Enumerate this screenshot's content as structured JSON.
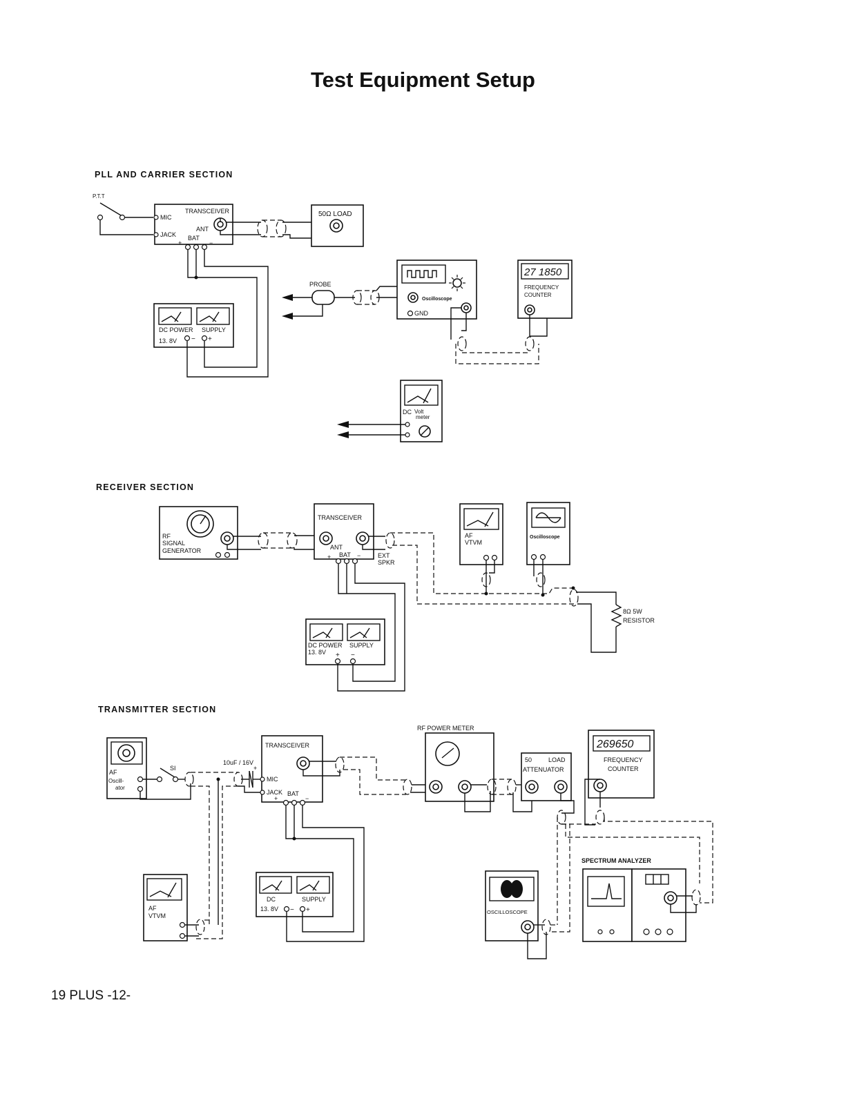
{
  "page": {
    "title": "Test Equipment  Setup",
    "footer": "19 PLUS -12-"
  },
  "sections": {
    "pll": "PLL  AND  CARRIER  SECTION",
    "receiver": "RECEIVER  SECTION",
    "transmitter": "TRANSMITTER  SECTION"
  },
  "pll": {
    "ptt": "P.T.T",
    "transceiver": "TRANSCEIVER",
    "mic": "MIC",
    "jack": "JACK",
    "ant": "ANT",
    "bat": "BAT",
    "plus": "+",
    "minus": "−",
    "load": "50Ω  LOAD",
    "probe": "PROBE",
    "oscilloscope": "Oscilloscope",
    "gnd": "GND",
    "freq_display": "27 1850",
    "freq_counter_1": "FREQUENCY",
    "freq_counter_2": "COUNTER",
    "dc_power": "DC POWER",
    "supply": "SUPPLY",
    "voltage": "13. 8V",
    "voltmeter_dc": "DC",
    "voltmeter_volt": "Volt",
    "voltmeter_meter": "meter"
  },
  "receiver": {
    "rf": "RF",
    "signal": "SIGNAL",
    "generator": "GENERATOR",
    "transceiver": "TRANSCEIVER",
    "ant": "ANT",
    "bat": "BAT",
    "plus": "+",
    "minus": "−",
    "ext": "EXT",
    "spkr": "SPKR",
    "af": "AF",
    "vtvm": "VTVM",
    "oscilloscope": "Oscilloscope",
    "resistor_1": "8Ω  5W",
    "resistor_2": "RESISTOR",
    "dc_power": "DC POWER",
    "supply": "SUPPLY",
    "voltage": "13. 8V"
  },
  "transmitter": {
    "af": "AF",
    "oscill": "Oscill-",
    "ator": "ator",
    "s1": "SI",
    "capacitor": "10uF / 16V",
    "transceiver": "TRANSCEIVER",
    "mic": "MIC",
    "jack": "JACK",
    "bat": "BAT",
    "plus": "+",
    "minus": "−",
    "rf_power_meter": "RF POWER  METER",
    "load_50": "50",
    "load": "LOAD",
    "attenuator": "ATTENUATOR",
    "freq_display": "269650",
    "freq_counter_1": "FREQUENCY",
    "freq_counter_2": "COUNTER",
    "af_vtvm_1": "AF",
    "af_vtvm_2": "VTVM",
    "dc": "DC",
    "supply": "SUPPLY",
    "voltage": "13. 8V",
    "oscilloscope": "OSCILLOSCOPE",
    "spectrum_analyzer": "SPECTRUM  ANALYZER"
  }
}
